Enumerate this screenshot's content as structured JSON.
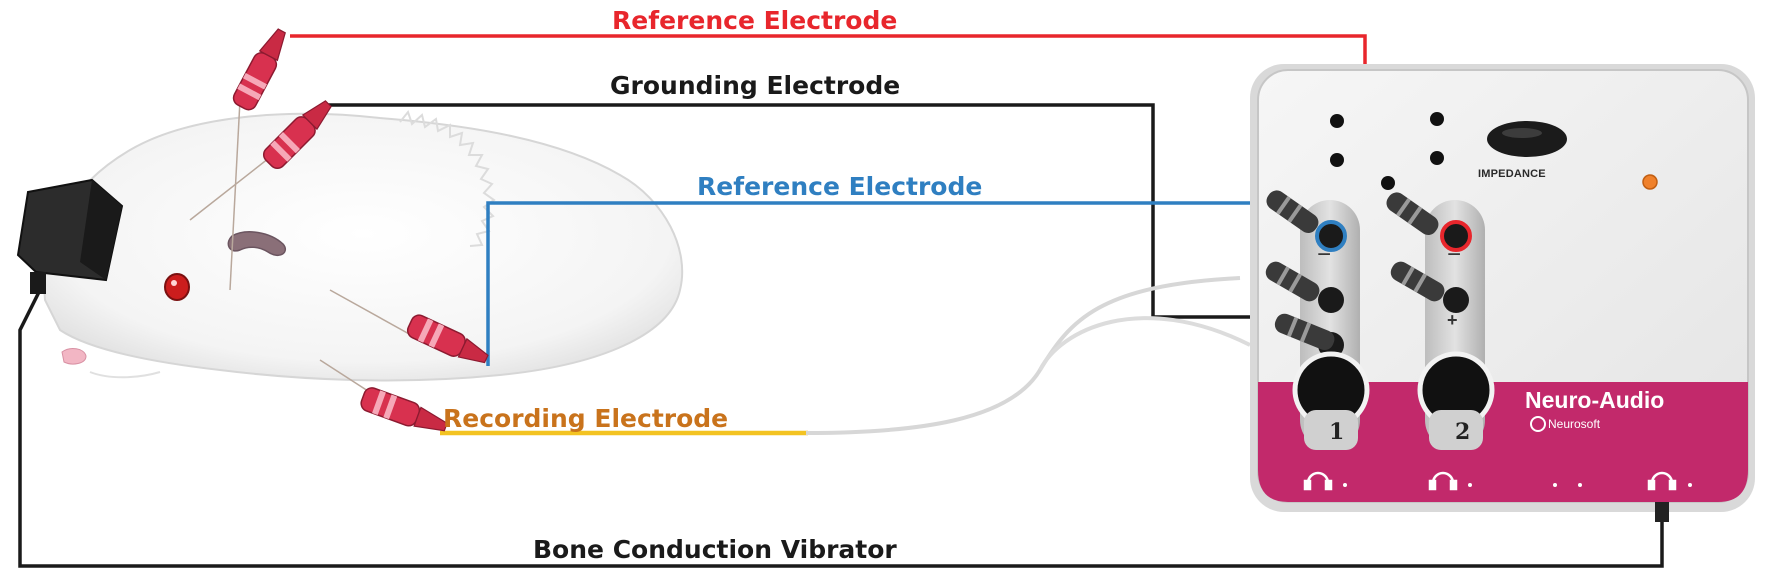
{
  "labels": {
    "reference_top": "Reference Electrode",
    "grounding": "Grounding Electrode",
    "reference_blue": "Reference Electrode",
    "recording": "Recording Electrode",
    "bone": "Bone Conduction Vibrator"
  },
  "device": {
    "impedance": "IMPEDANCE",
    "brand": "Neuro-Audio",
    "maker": "Neurosoft",
    "channel_1": "1",
    "channel_2": "2",
    "minus": "−",
    "plus": "+"
  },
  "colors": {
    "red_wire": "#e8262c",
    "black_wire": "#1a1a1a",
    "blue_wire": "#2f7fc1",
    "orange_label": "#c9731c",
    "yellow_wire": "#f3c322",
    "magenta_panel": "#c2296b",
    "electrode_pink": "#d8314f"
  }
}
